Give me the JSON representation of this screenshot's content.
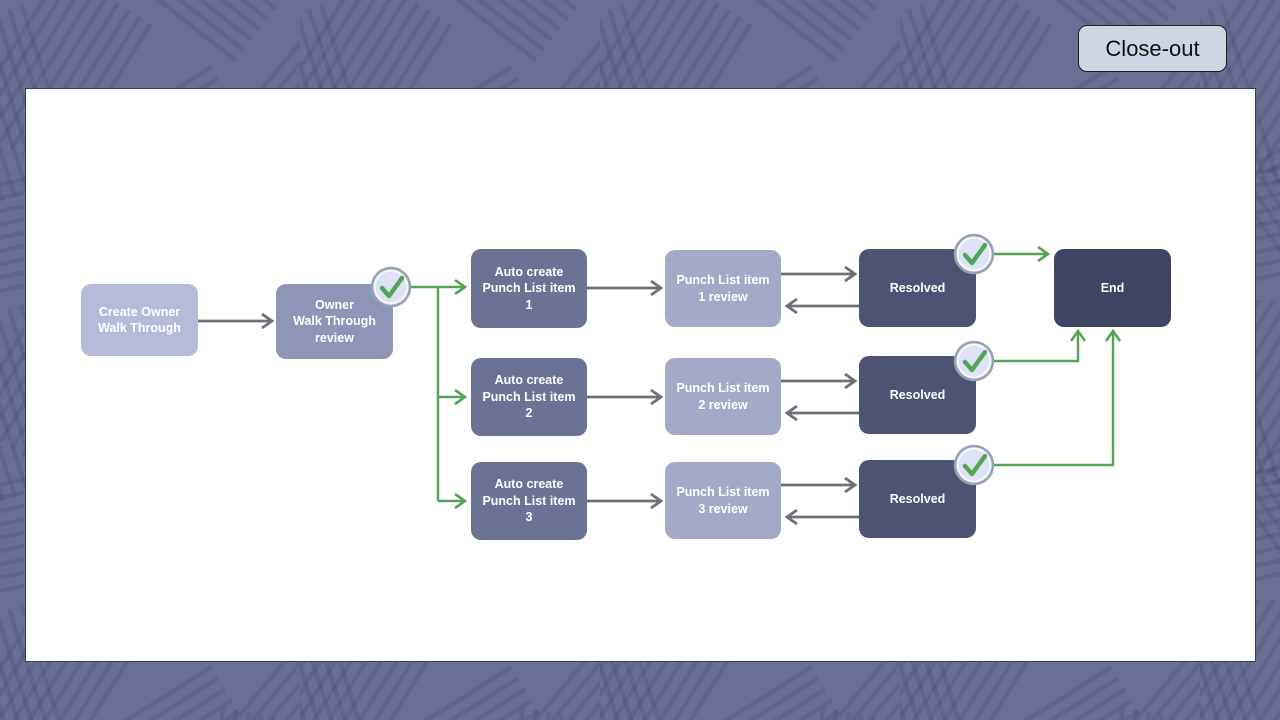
{
  "header": {
    "close_out_label": "Close-out"
  },
  "colors": {
    "background": "#6a7094",
    "canvas": "#ffffff",
    "node_light": "#b5bbd9",
    "node_medium": "#8e95b7",
    "node_dark": "#6b7294",
    "node_review": "#a3a9c7",
    "node_resolved": "#4e5372",
    "node_end": "#3e4462",
    "arrow_gray": "#6d7079",
    "arrow_green": "#55a455",
    "badge_fill": "#dde3f4",
    "badge_border": "#98a0b6"
  },
  "flowchart": {
    "nodes": [
      {
        "id": "create-owner-walk-through",
        "label": "Create Owner\nWalk Through"
      },
      {
        "id": "owner-walk-through-review",
        "label": "Owner\nWalk Through\nreview"
      },
      {
        "id": "auto-create-punch-list-item-1",
        "label": "Auto create\nPunch List item\n1"
      },
      {
        "id": "auto-create-punch-list-item-2",
        "label": "Auto create\nPunch List item\n2"
      },
      {
        "id": "auto-create-punch-list-item-3",
        "label": "Auto create\nPunch List item\n3"
      },
      {
        "id": "punch-list-item-1-review",
        "label": "Punch List item\n1 review"
      },
      {
        "id": "punch-list-item-2-review",
        "label": "Punch List item\n2 review"
      },
      {
        "id": "punch-list-item-3-review",
        "label": "Punch List item\n3 review"
      },
      {
        "id": "resolved-1",
        "label": "Resolved"
      },
      {
        "id": "resolved-2",
        "label": "Resolved"
      },
      {
        "id": "resolved-3",
        "label": "Resolved"
      },
      {
        "id": "end",
        "label": "End"
      }
    ],
    "badge_icon": "green-check"
  }
}
